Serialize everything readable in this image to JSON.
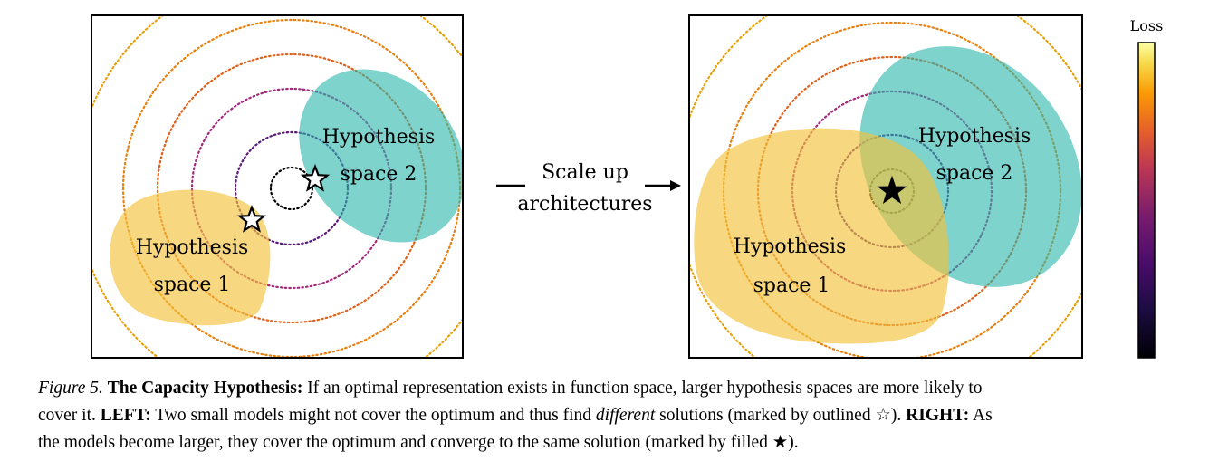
{
  "left_panel": {
    "space1_label": [
      "Hypothesis",
      "space 1"
    ],
    "space2_label": [
      "Hypothesis",
      "space 2"
    ]
  },
  "right_panel": {
    "space1_label": [
      "Hypothesis",
      "space 1"
    ],
    "space2_label": [
      "Hypothesis",
      "space 2"
    ]
  },
  "transition": {
    "label": [
      "Scale up",
      "architectures"
    ]
  },
  "colorbar": {
    "label": "Loss"
  },
  "colors": {
    "space1": "#f3c13a",
    "space2": "#2ab5ab",
    "ring_inner": "#000000",
    "ring_mid": "#6a1a7a",
    "ring_outer": "#e0611c",
    "ring_far": "#e9a10b"
  },
  "caption": {
    "figure_label": "Figure 5.",
    "title": "The Capacity Hypothesis:",
    "line1_rest": "If an optimal representation exists in function space, larger hypothesis spaces are more likely to",
    "line2_a": "cover it.",
    "left_label": "LEFT:",
    "line2_b": "Two small models might not cover the optimum and thus find",
    "different": "different",
    "line2_c": "solutions (marked by outlined ☆).",
    "right_label": "RIGHT:",
    "line2_d": "As",
    "line3": "the models become larger, they cover the optimum and converge to the same solution (marked by filled ★)."
  }
}
